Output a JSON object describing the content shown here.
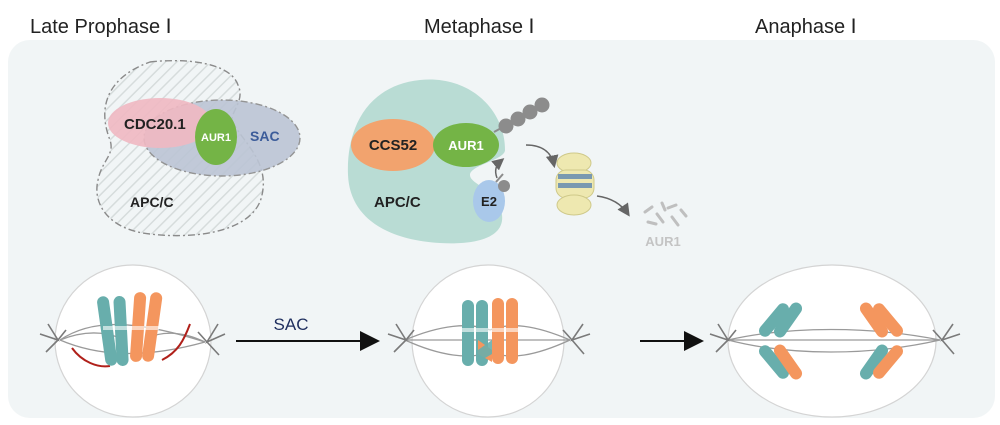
{
  "stages": [
    {
      "title": "Late Prophase Ⅰ"
    },
    {
      "title": "Metaphase Ⅰ"
    },
    {
      "title": "Anaphase Ⅰ"
    }
  ],
  "prophase_complex": {
    "cdc20_label": "CDC20.1",
    "aur1_label": "AUR1",
    "sac_label": "SAC",
    "apc_label": "APC/C"
  },
  "metaphase_complex": {
    "ccs52_label": "CCS52",
    "aur1_label": "AUR1",
    "apc_label": "APC/C",
    "e2_label": "E2",
    "degraded_label": "AUR1"
  },
  "transition_arrow_label": "SAC",
  "colors": {
    "teal_chromosome": "#68aeac",
    "orange_chromosome": "#f4965e",
    "apc_body": "#b9dcd4",
    "ccs52": "#f2a36e",
    "aur1": "#74b446",
    "cdc20": "#f0b8c2",
    "sac_label": "#3c5c9a",
    "e2": "#a9c8ea",
    "ubiquitin": "#8c8c8c",
    "proteasome": "#eee8b0",
    "panel": "#f1f5f6",
    "spindle_red": "#b0201a",
    "arrow_text": "#1e2e5e"
  }
}
